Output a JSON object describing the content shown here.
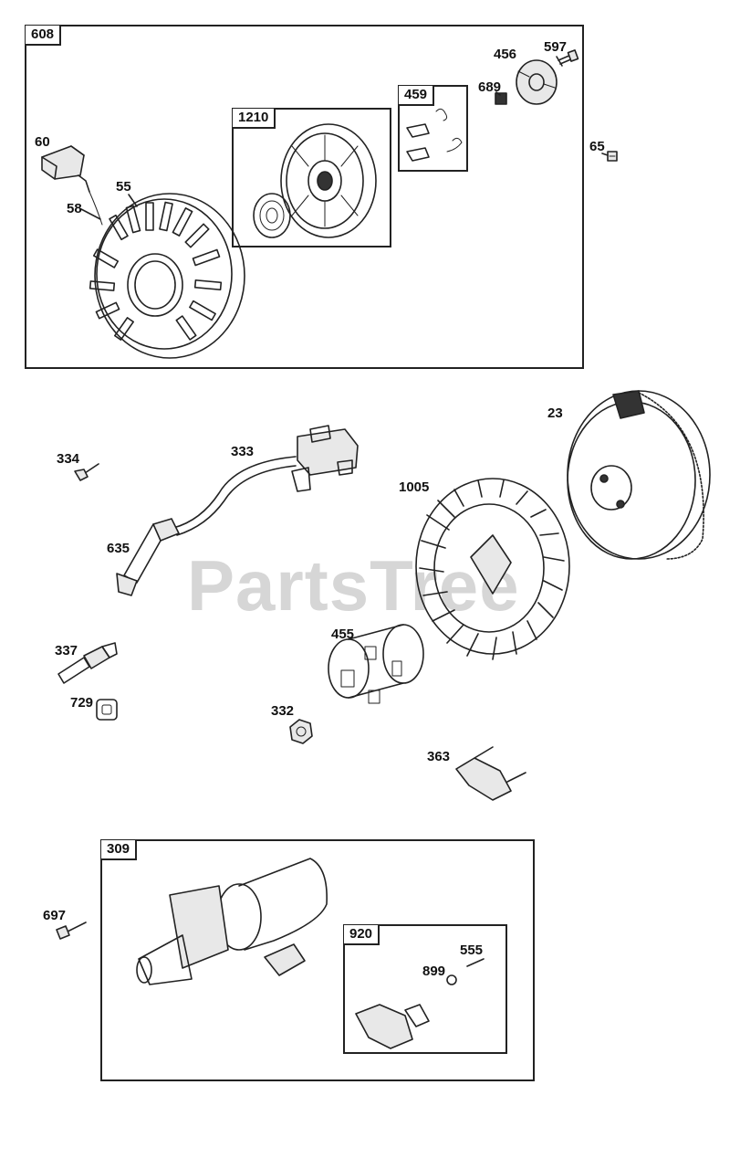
{
  "watermark": "PartsTree",
  "groups": [
    {
      "id": "608"
    },
    {
      "id": "1210"
    },
    {
      "id": "459"
    },
    {
      "id": "309"
    },
    {
      "id": "920"
    }
  ],
  "callouts": {
    "p60": "60",
    "p58": "58",
    "p55": "55",
    "p456": "456",
    "p597": "597",
    "p689": "689",
    "p65": "65",
    "p23": "23",
    "p334": "334",
    "p333": "333",
    "p1005": "1005",
    "p635": "635",
    "p337": "337",
    "p729": "729",
    "p455": "455",
    "p332": "332",
    "p363": "363",
    "p697": "697",
    "p555": "555",
    "p899": "899"
  }
}
